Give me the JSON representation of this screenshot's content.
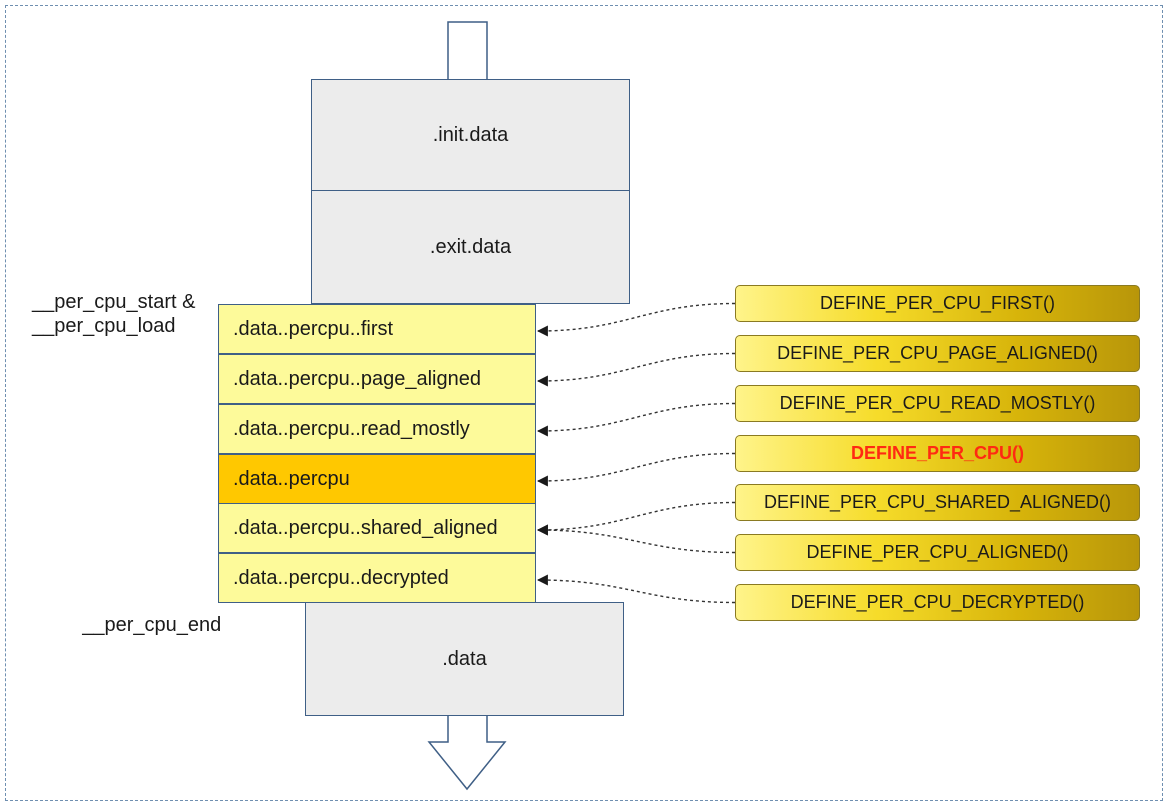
{
  "memory_layout": {
    "blocks": {
      "init_data": ".init.data",
      "exit_data": ".exit.data",
      "data": ".data"
    },
    "labels": {
      "start_line1": "__per_cpu_start &",
      "start_line2": "__per_cpu_load",
      "end": "__per_cpu_end"
    },
    "sections": [
      {
        "label": ".data..percpu..first",
        "highlight": false
      },
      {
        "label": ".data..percpu..page_aligned",
        "highlight": false
      },
      {
        "label": ".data..percpu..read_mostly",
        "highlight": false
      },
      {
        "label": ".data..percpu",
        "highlight": true
      },
      {
        "label": ".data..percpu..shared_aligned",
        "highlight": false
      },
      {
        "label": ".data..percpu..decrypted",
        "highlight": false
      }
    ],
    "macros": [
      {
        "label": "DEFINE_PER_CPU_FIRST()",
        "section_index": 0,
        "highlight": false
      },
      {
        "label": "DEFINE_PER_CPU_PAGE_ALIGNED()",
        "section_index": 1,
        "highlight": false
      },
      {
        "label": "DEFINE_PER_CPU_READ_MOSTLY()",
        "section_index": 2,
        "highlight": false
      },
      {
        "label": "DEFINE_PER_CPU()",
        "section_index": 3,
        "highlight": true
      },
      {
        "label": "DEFINE_PER_CPU_SHARED_ALIGNED()",
        "section_index": 4,
        "highlight": false
      },
      {
        "label": "DEFINE_PER_CPU_ALIGNED()",
        "section_index": 4,
        "highlight": false
      },
      {
        "label": "DEFINE_PER_CPU_DECRYPTED()",
        "section_index": 5,
        "highlight": false
      }
    ]
  },
  "colors": {
    "section_fill": "#fdfa9a",
    "highlight_section_fill": "#ffc800",
    "block_fill": "#ececec",
    "border": "#3f5f86",
    "highlight_text": "#ff2a12"
  }
}
